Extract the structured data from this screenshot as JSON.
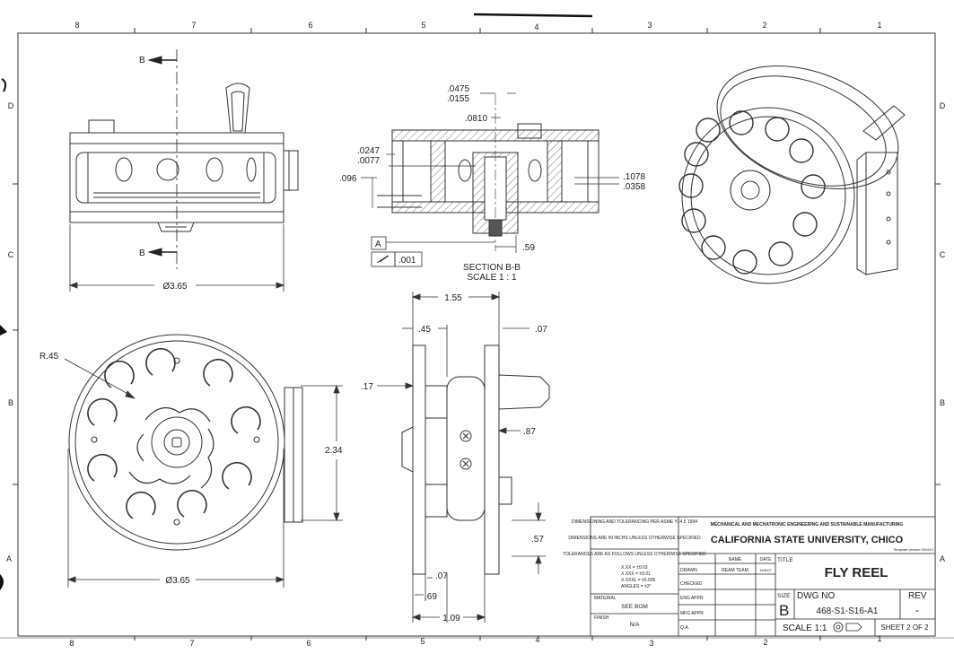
{
  "zones": {
    "top": [
      "8",
      "7",
      "6",
      "5",
      "4",
      "3",
      "2",
      "1"
    ],
    "bottom": [
      "8",
      "7",
      "6",
      "5",
      "4",
      "3",
      "2",
      "1"
    ],
    "left": [
      "D",
      "C",
      "B",
      "A"
    ],
    "right": [
      "D",
      "C",
      "B",
      "A"
    ]
  },
  "top_view": {
    "section_label_top": "B",
    "section_label_bottom": "B",
    "diameter": "Ø3.65"
  },
  "section_view": {
    "dims": {
      "d1": ".0475",
      "d2": ".0155",
      "d3": ".0810",
      "d4": ".0247",
      "d5": ".0077",
      "d6": ".096",
      "d7": ".1078",
      "d8": ".0358",
      "d9": ".59"
    },
    "datum": "A",
    "tolerance": ".001",
    "title": "SECTION B-B",
    "scale": "SCALE 1 : 1"
  },
  "front_view": {
    "radius": "R.45",
    "height": "2.34",
    "diameter": "Ø3.65"
  },
  "side_view": {
    "dims": {
      "width": "1.55",
      "d45": ".45",
      "d07a": ".07",
      "d17": ".17",
      "d87": ".87",
      "d57": ".57",
      "d07b": ".07",
      "d69": ".69",
      "d109": "1.09"
    }
  },
  "title_block": {
    "dimensioning": "DIMENSIONING AND TOLERANCING PER ASME Y14.5 1994",
    "units": "DIMENSIONS ARE IN INCHS UNLESS OTHERWISE SPECIFIED",
    "tolerances_heading": "TOLERANCES ARE AS FOLLOWS UNLESS OTHERWISE SPECIFIED",
    "tol_xx": "X.XX    = ±0.03",
    "tol_xxx": "X.XXX   = ±0.01",
    "tol_xxxx": "X.XXXL  = ±0.005",
    "tol_angles": "ANGLES  = ±2°",
    "material_label": "MATERIAL",
    "material": "SEE BOM",
    "finish_label": "FINISH",
    "finish": "N/A",
    "col_name": "NAME",
    "col_date": "DATE",
    "drawn_label": "DRAWN",
    "drawn_name": "REAM TEAM",
    "drawn_date": "16/5/07",
    "checked_label": "CHECKED",
    "eng_label": "ENG APPR",
    "mfg_label": "MFG APPR",
    "qa_label": "Q.A.",
    "department": "MECHANICAL AND MECHATRONIC ENGINEERING AND SUSTAINABLE MANUFACTURING",
    "university": "CALIFORNIA STATE UNIVERSITY, CHICO",
    "template_version": "Template version 091613",
    "title_label": "TITLE",
    "title": "FLY REEL",
    "size_label": "SIZE",
    "size": "B",
    "dwg_label": "DWG NO",
    "dwg_no": "468-S1-S16-A1",
    "rev_label": "REV",
    "rev": "-",
    "scale": "SCALE  1:1",
    "sheet": "SHEET 2 OF 2"
  }
}
